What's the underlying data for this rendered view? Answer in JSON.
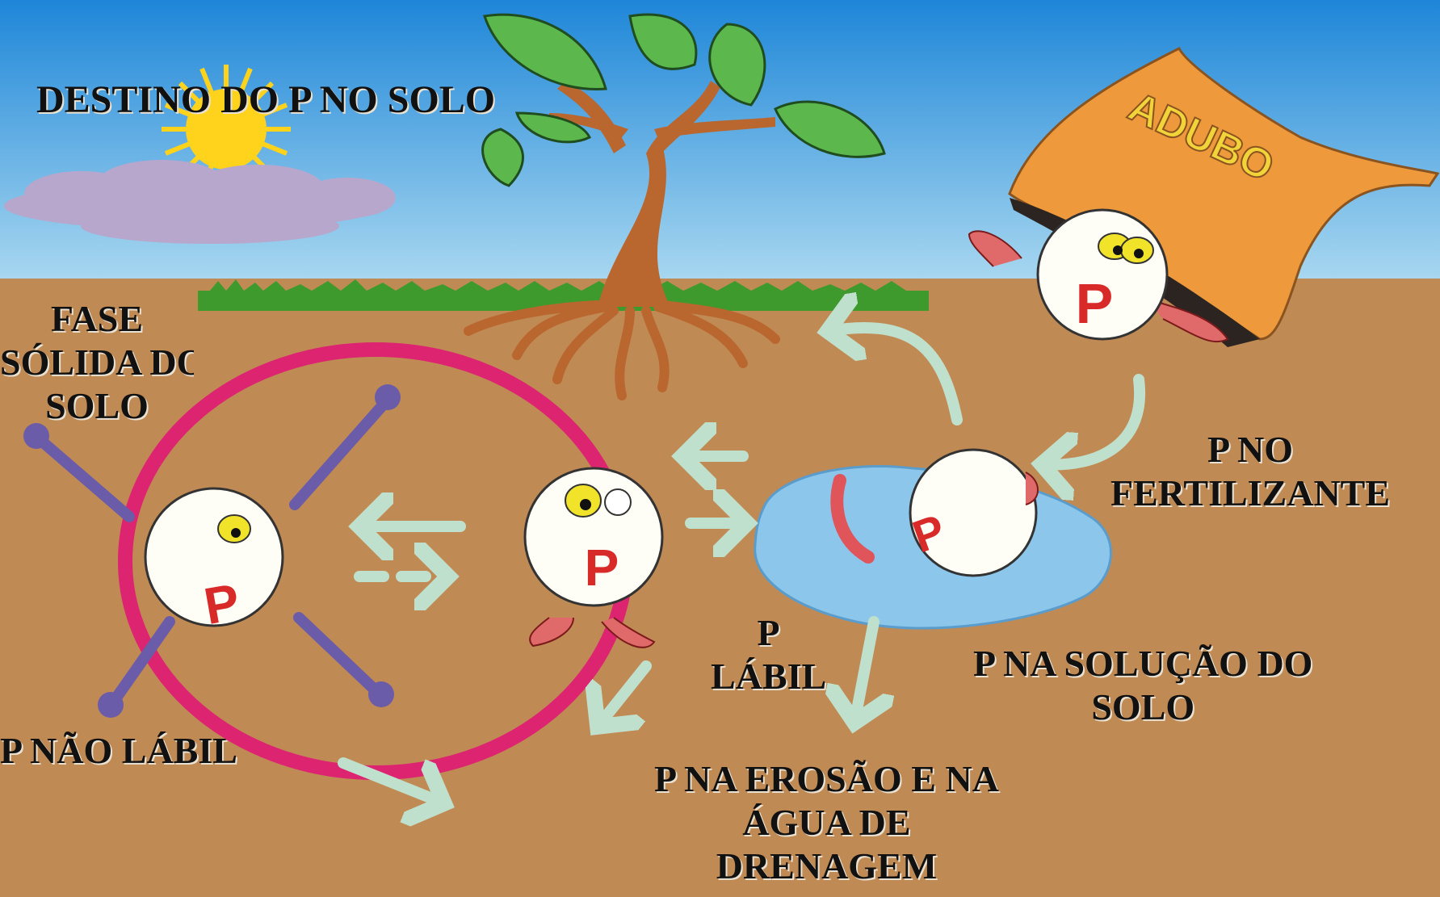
{
  "title": "DESTINO DO P NO SOLO",
  "bag_text": "ADUBO",
  "char_letter": "P",
  "labels": {
    "fase_solida": [
      "FASE",
      "SÓLIDA DO",
      "SOLO"
    ],
    "p_nao_labil": "P NÃO LÁBIL",
    "p_labil": [
      "P",
      "LÁBIL"
    ],
    "p_fertilizante": [
      "P NO",
      "FERTILIZANTE"
    ],
    "p_solucao": [
      "P NA SOLUÇÃO DO",
      "SOLO"
    ],
    "p_erosao": [
      "P NA EROSÃO E NA",
      "ÁGUA DE",
      "DRENAGEM"
    ]
  },
  "colors": {
    "sky_top": "#1e86d8",
    "sky_bottom": "#a9d8f0",
    "soil": "#c08a55",
    "grass": "#3f9a2e",
    "trunk": "#b9672f",
    "leaf": "#5cb84c",
    "sun": "#ffd21c",
    "cloud": "#b7a7cc",
    "ring": "#dd2470",
    "arrow": "#bfe0cc",
    "water": "#8cc6ea",
    "bag": "#ee9a3c",
    "bag_text": "#f2d33a",
    "character": "#fffef6",
    "p_letter": "#d92a2a",
    "chain": "#6a5ca8"
  },
  "icons": [
    "sun-icon",
    "cloud-icon",
    "tree-icon",
    "fertilizer-bag-icon",
    "phosphorus-character-icon",
    "chain-icon",
    "water-puddle-icon",
    "flow-arrow-icon"
  ]
}
